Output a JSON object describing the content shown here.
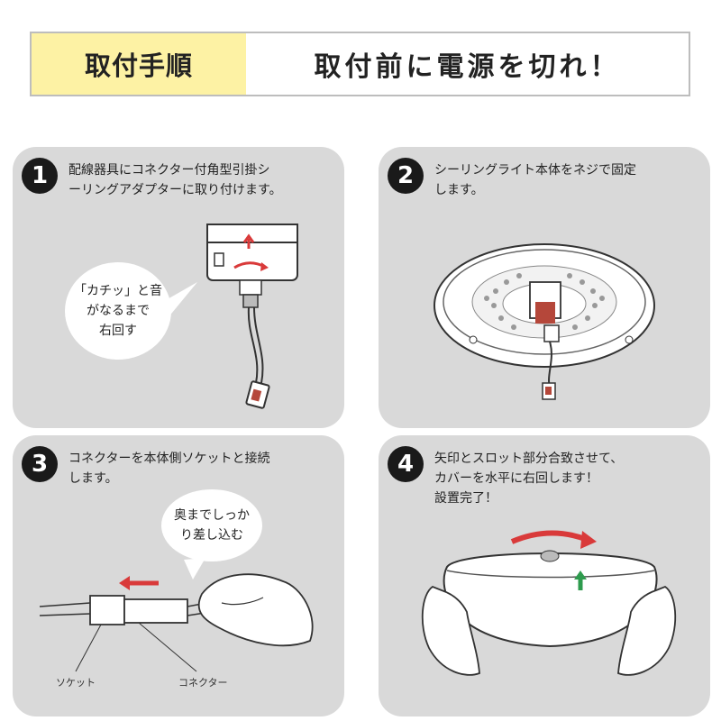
{
  "header": {
    "tag": "取付手順",
    "title": "取付前に電源を切れ！"
  },
  "steps": [
    {
      "number": "1",
      "text": "配線器具にコネクター付角型引掛シ\nーリングアダプターに取り付けます。",
      "bubble": "「カチッ」と音\nがなるまで\n右回す"
    },
    {
      "number": "2",
      "text": "シーリングライト本体をネジで固定\nします。"
    },
    {
      "number": "3",
      "text": "コネクターを本体側ソケットと接続\nします。",
      "bubble": "奥までしっか\nり差し込む",
      "labels": {
        "socket": "ソケット",
        "connector": "コネクター"
      }
    },
    {
      "number": "4",
      "text": "矢印とスロット部分合致させて、\nカバーを水平に右回します！\n設置完了！"
    }
  ],
  "colors": {
    "highlight": "#fdf2a4",
    "panel": "#d9d9d9",
    "arrow_red": "#d93a3a",
    "arrow_green": "#2e9b4e"
  }
}
